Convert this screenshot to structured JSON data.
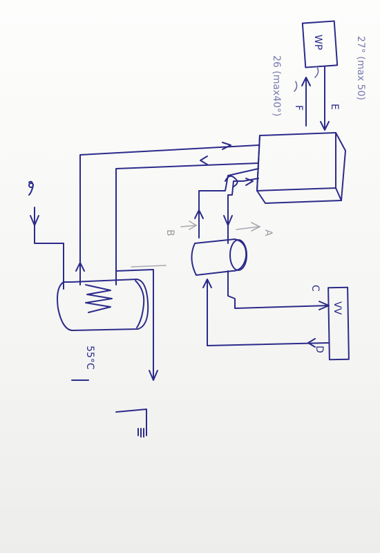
{
  "labels": {
    "heat_pump": "WP",
    "pipe_E": "E",
    "pipe_F": "F",
    "note_27": "27° (max 50)",
    "note_26": "26 (max40°)",
    "port_A": "A",
    "port_B": "B",
    "port_C": "C",
    "port_D": "D",
    "floor_heating": "VV",
    "tank_temp": "55°C"
  },
  "colors": {
    "ink": "#2b2a8a",
    "pencil": "#a8a8b0",
    "paper": "#fbfbfa"
  }
}
